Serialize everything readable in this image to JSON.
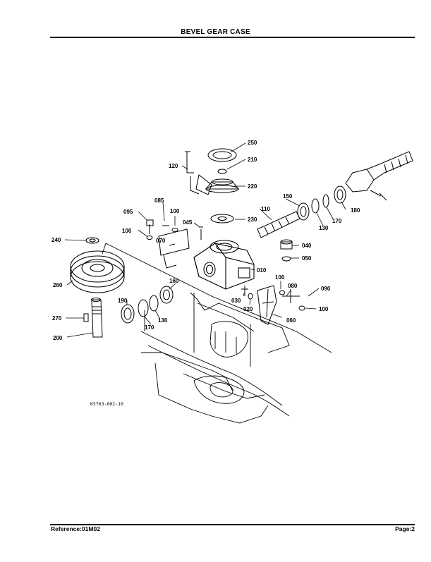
{
  "header": {
    "title": "BEVEL GEAR CASE"
  },
  "footer": {
    "reference": "Reference:01M02",
    "page": "Page:2"
  },
  "figure": {
    "code": "K5763-002-10",
    "parts": [
      {
        "label": "250"
      },
      {
        "label": "210"
      },
      {
        "label": "120"
      },
      {
        "label": "220"
      },
      {
        "label": "150"
      },
      {
        "label": "180"
      },
      {
        "label": "110"
      },
      {
        "label": "170"
      },
      {
        "label": "130"
      },
      {
        "label": "230"
      },
      {
        "label": "085"
      },
      {
        "label": "095"
      },
      {
        "label": "100"
      },
      {
        "label": "045"
      },
      {
        "label": "100"
      },
      {
        "label": "070"
      },
      {
        "label": "240"
      },
      {
        "label": "040"
      },
      {
        "label": "050"
      },
      {
        "label": "010"
      },
      {
        "label": "260"
      },
      {
        "label": "160"
      },
      {
        "label": "100"
      },
      {
        "label": "080"
      },
      {
        "label": "090"
      },
      {
        "label": "030"
      },
      {
        "label": "020"
      },
      {
        "label": "100"
      },
      {
        "label": "190"
      },
      {
        "label": "130"
      },
      {
        "label": "170"
      },
      {
        "label": "060"
      },
      {
        "label": "270"
      },
      {
        "label": "200"
      }
    ]
  }
}
